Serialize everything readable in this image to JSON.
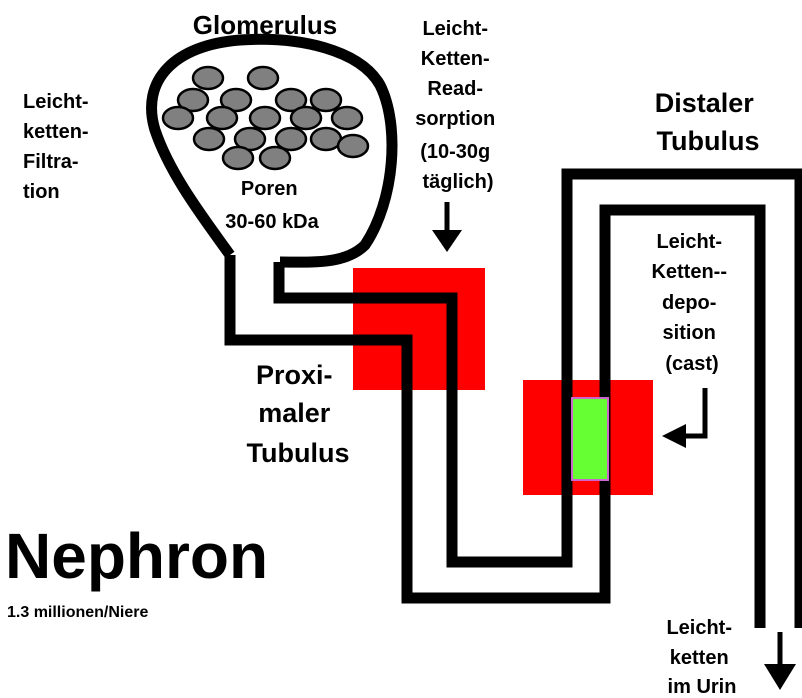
{
  "colors": {
    "background": "#ffffff",
    "stroke": "#000000",
    "pore_fill": "#808080",
    "reabsorption_zone": "#ff0000",
    "cast_fill": "#66ff33",
    "cast_border": "#cc66cc"
  },
  "labels": {
    "glomerulus": "Glomerulus",
    "filtration": [
      "Leicht-",
      "ketten-",
      "Filtra-",
      "tion"
    ],
    "pores": [
      "Poren",
      "30-60 kDa"
    ],
    "reabsorption": [
      "Leicht-",
      "Ketten-",
      "Read-",
      "sorption",
      "(10-30g",
      "täglich)"
    ],
    "distal": [
      "Distaler",
      "Tubulus"
    ],
    "proximal": [
      "Proxi-",
      "maler",
      "Tubulus"
    ],
    "deposition": [
      "Leicht-",
      "Ketten--",
      "depo-",
      "sition",
      "(cast)"
    ],
    "urine": [
      "Leicht-",
      "ketten",
      "im Urin"
    ],
    "title": "Nephron",
    "subtitle": "1.3 millionen/Niere"
  }
}
